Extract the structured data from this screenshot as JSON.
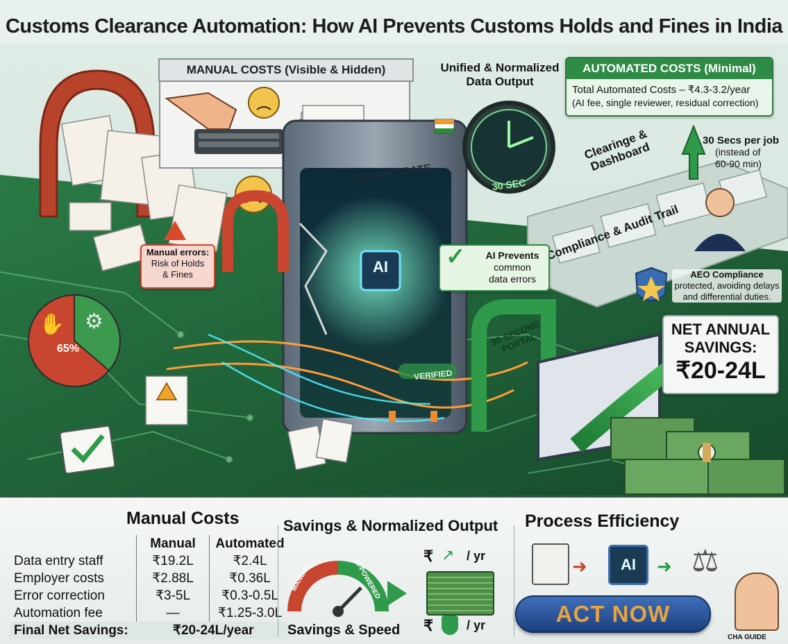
{
  "title": "Customs Clearance Automation: How AI Prevents Customs Holds and Fines in India",
  "manual_costs_panel": {
    "heading": "MANUAL COSTS (Visible & Hidden)"
  },
  "unified_label": "Unified & Normalized\nData Output",
  "automated_costs_panel": {
    "heading": "AUTOMATED COSTS (Minimal)",
    "line1": "Total Automated Costs – ₹4.3-3.2/year",
    "line2": "(AI fee, single reviewer, residual correction)"
  },
  "timer": {
    "label": "30 SEC"
  },
  "secs_per_job": {
    "bold": "30 Secs per job",
    "rest": "(instead of\n60-90 min)"
  },
  "dashboard_label": "Clearinge &\nDashboard",
  "audit_label": "Compliance & Audit Trail",
  "device": {
    "brand": "INSIGHT GATE",
    "chip": "AI",
    "verified": "VERIFIED"
  },
  "manual_errors": {
    "bold": "Manual errors:",
    "rest": "Risk of Holds\n& Fines"
  },
  "ai_prevents": {
    "bold": "AI Prevents",
    "rest": "common\ndata errors"
  },
  "aeo": {
    "bold": "AEO Compliance",
    "rest": "protected, avoiding delays\nand differential duties."
  },
  "pie": {
    "value_label": "65%",
    "manual_share": 0.65
  },
  "portal_label": "30-SECOND\nPORTAL",
  "net_savings": {
    "line1": "NET ANNUAL",
    "line2": "SAVINGS:",
    "value": "₹20-24L"
  },
  "bottom": {
    "manual_costs_title": "Manual Costs",
    "table": {
      "headers": [
        "",
        "Manual",
        "Automated"
      ],
      "rows": [
        [
          "Data entry staff",
          "₹19.2L",
          "₹2.4L"
        ],
        [
          "Employer costs",
          "₹2.88L",
          "₹0.36L"
        ],
        [
          "Error correction",
          "₹3-5L",
          "₹0.3-0.5L"
        ],
        [
          "Automation fee",
          "—",
          "₹1.25-3.0L"
        ]
      ],
      "footer_label": "Final Net Savings:",
      "footer_value": "₹20-24L/year"
    },
    "savings_title": "Savings & Normalized Output",
    "gauge_manual": "MANUAL",
    "gauge_ai": "AI-POWERED",
    "per_year_top": "/ yr",
    "per_year_bottom": "/ yr",
    "rupee_symbol": "₹",
    "savings_caption": "Savings & Speed",
    "process_title": "Process Efficiency",
    "process_chip": "AI",
    "act_now": "ACT NOW",
    "cha_guide": "CHA GUIDE"
  },
  "colors": {
    "green_dark": "#1f6b3a",
    "green_panel": "#2e8b45",
    "red": "#c8452f",
    "circuit": "#1f5a3a",
    "act_text": "#e6a341",
    "act_bg": "#2b5aa0"
  }
}
